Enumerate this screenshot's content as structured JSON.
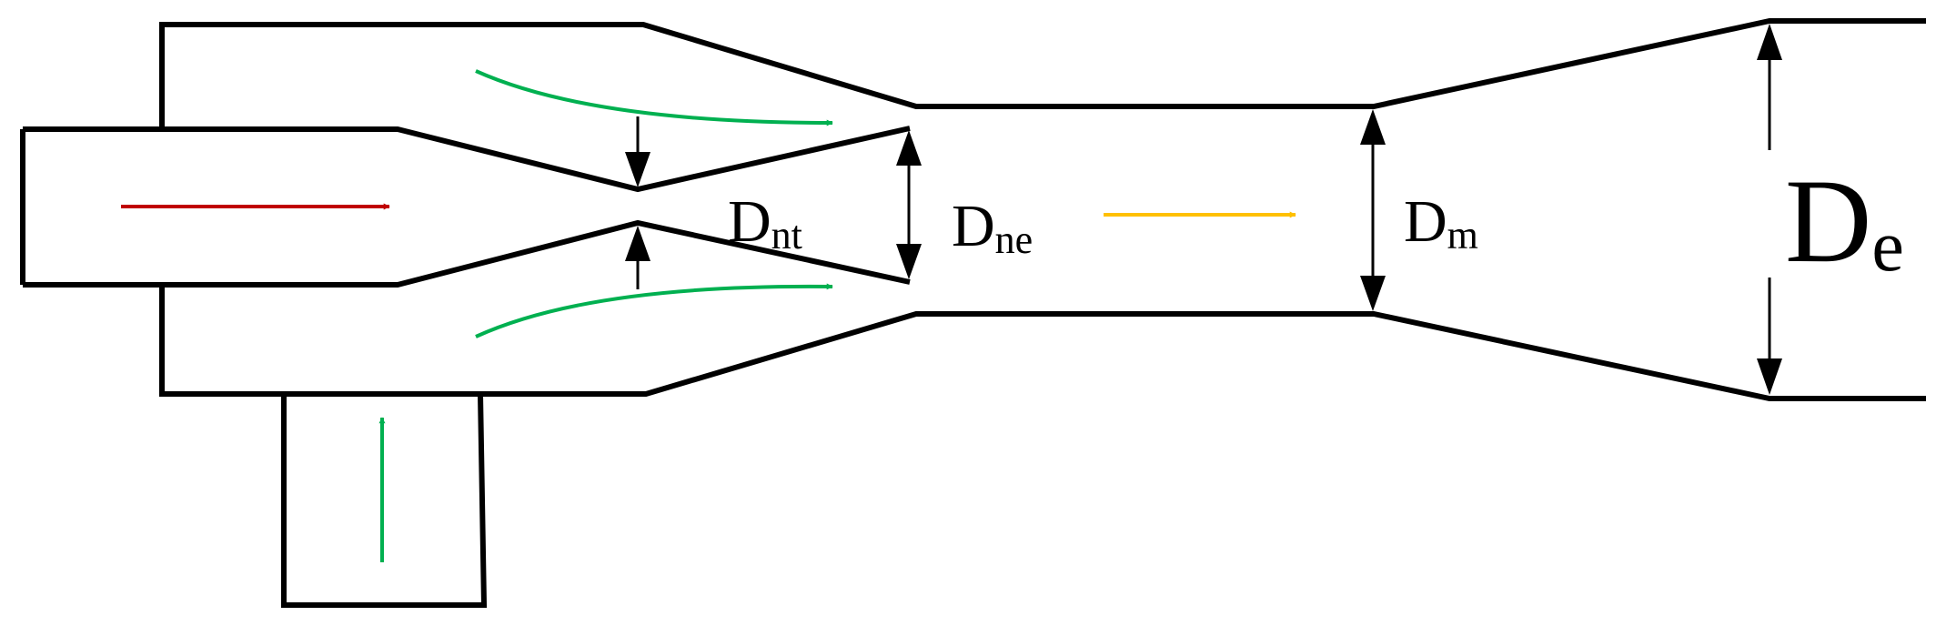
{
  "colors": {
    "outline": "#000000",
    "primary_flow": "#c00000",
    "secondary_flow": "#00b050",
    "mixed_flow": "#ffc000"
  },
  "labels": {
    "nozzle_throat": {
      "base": "D",
      "sub": "nt"
    },
    "nozzle_exit": {
      "base": "D",
      "sub": "ne"
    },
    "mixing_chamber": {
      "base": "D",
      "sub": "m"
    },
    "diffuser_exit": {
      "base": "D",
      "sub": "e"
    }
  }
}
